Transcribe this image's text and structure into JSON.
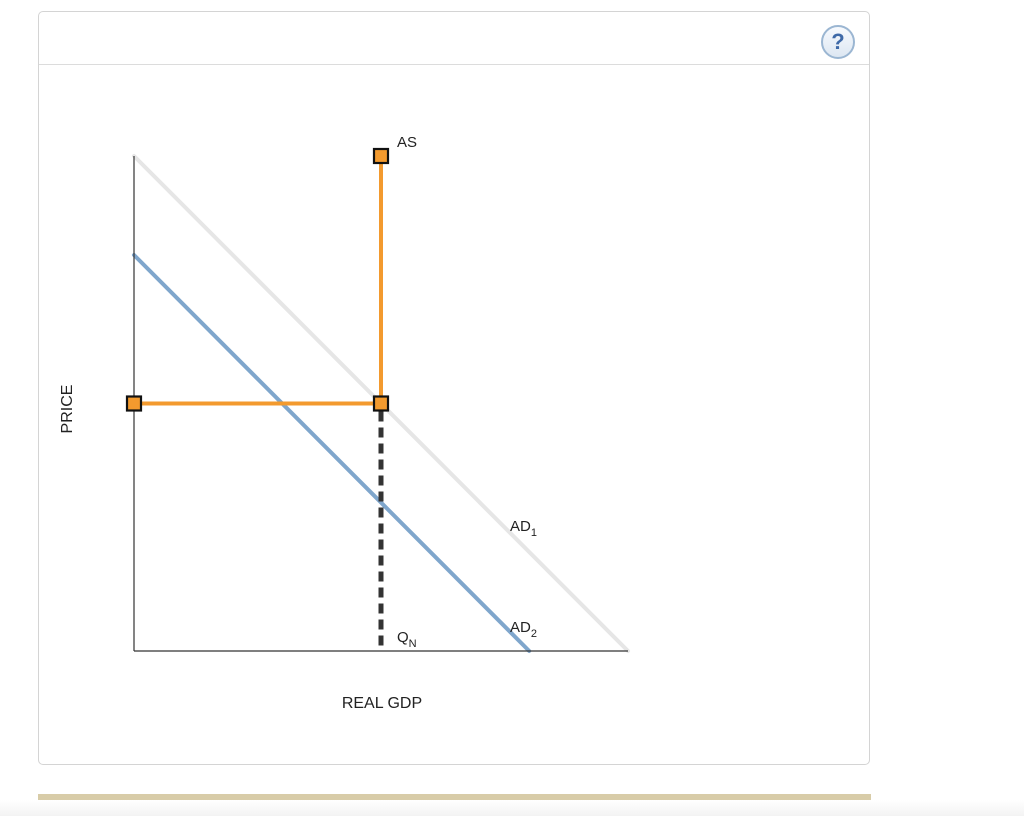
{
  "help": {
    "icon": "help-icon",
    "glyph": "?"
  },
  "colors": {
    "as_curve": "#f39a2e",
    "ad1_curve": "#e6e6e6",
    "ad2_curve": "#7fa6cc",
    "qn_line": "#333333",
    "axis": "#333333",
    "handle_fill": "#f39a2e",
    "handle_stroke": "#111111",
    "bottom_bar": "#d8cca8"
  },
  "chart_data": {
    "type": "line",
    "xlabel": "REAL GDP",
    "ylabel": "PRICE",
    "xlim": [
      0,
      10
    ],
    "ylim": [
      0,
      10
    ],
    "grid": false,
    "series": [
      {
        "name": "AS",
        "sub": "",
        "x": [
          5,
          5,
          0
        ],
        "y": [
          10,
          5,
          5
        ]
      },
      {
        "name": "AD",
        "sub": "1",
        "x": [
          0,
          10
        ],
        "y": [
          10,
          0
        ]
      },
      {
        "name": "AD",
        "sub": "2",
        "x": [
          0,
          8
        ],
        "y": [
          8,
          0
        ]
      }
    ],
    "handles": [
      {
        "x": 5,
        "y": 10
      },
      {
        "x": 5,
        "y": 5
      },
      {
        "x": 0,
        "y": 5
      }
    ],
    "reference_line": {
      "label": "Q",
      "sub": "N",
      "x": 5
    }
  }
}
